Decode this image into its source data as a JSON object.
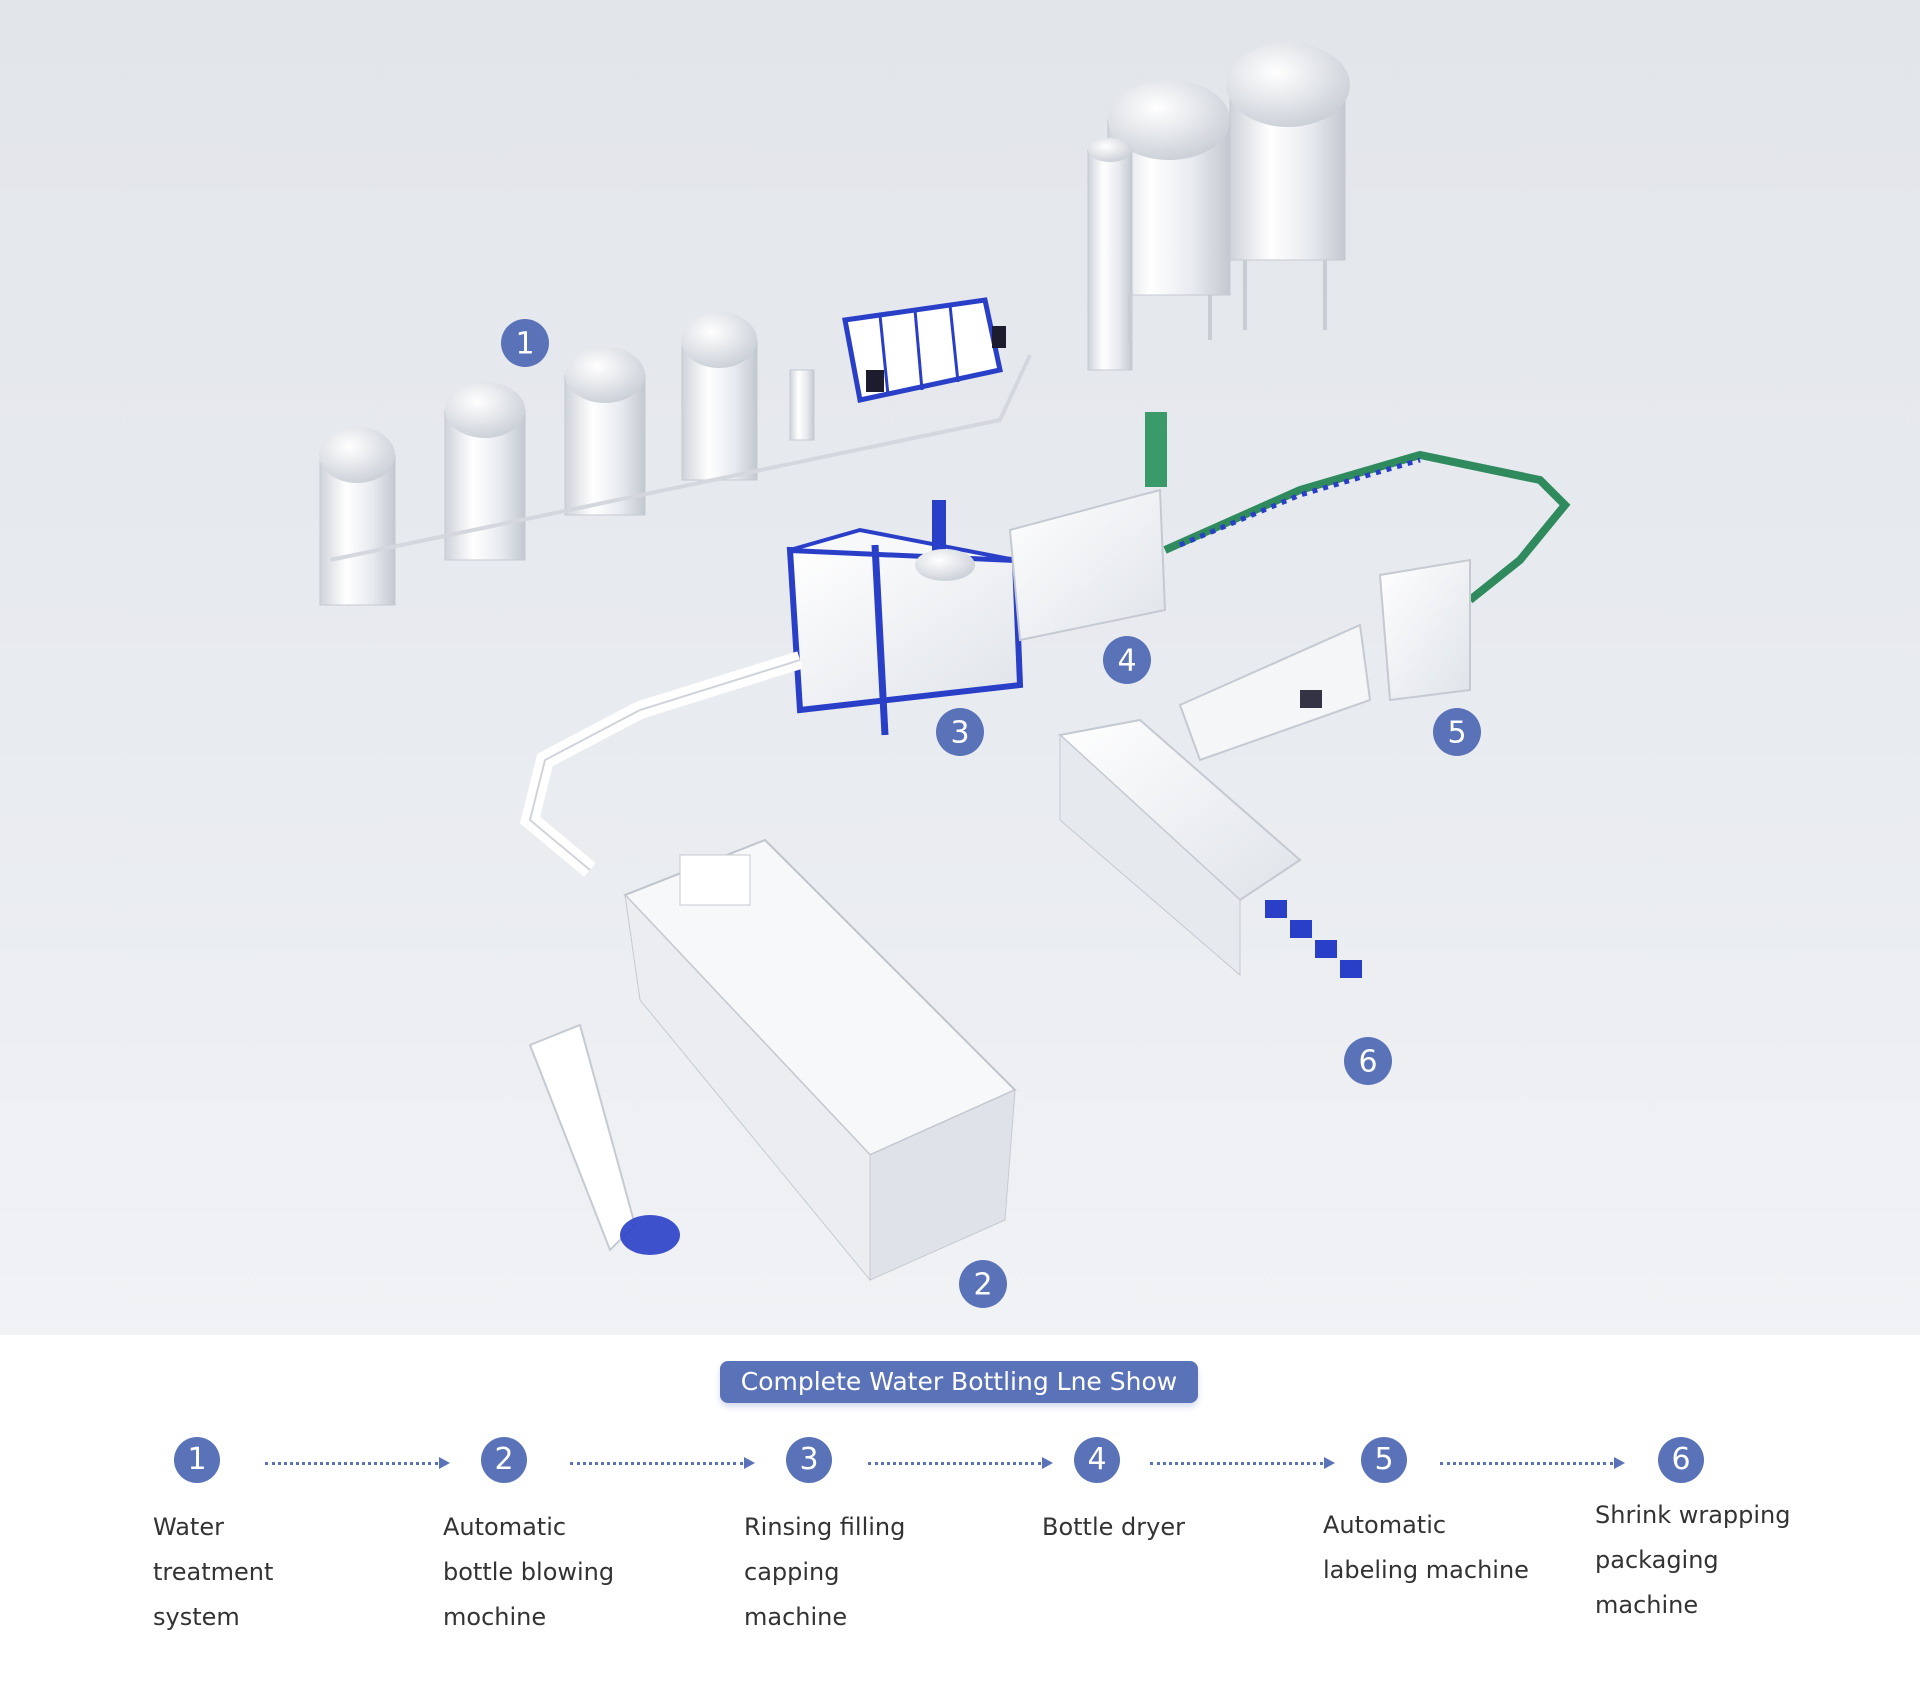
{
  "title": "Complete Water Bottling Lne Show",
  "scene_badges": [
    "1",
    "2",
    "3",
    "4",
    "5",
    "6"
  ],
  "steps": [
    {
      "number": "1",
      "label_lines": [
        "Water",
        "treatment",
        "system"
      ]
    },
    {
      "number": "2",
      "label_lines": [
        "Automatic",
        "bottle blowing",
        "mochine"
      ]
    },
    {
      "number": "3",
      "label_lines": [
        "Rinsing filling",
        "capping",
        "machine"
      ]
    },
    {
      "number": "4",
      "label_lines": [
        "Bottle dryer"
      ]
    },
    {
      "number": "5",
      "label_lines": [
        "Automatic",
        "labeling machine"
      ]
    },
    {
      "number": "6",
      "label_lines": [
        "Shrink wrapping",
        "packaging",
        "machine"
      ]
    }
  ],
  "colors": {
    "accent": "#5a72b8",
    "machine_blue": "#2a3fc8",
    "conveyor_green": "#2f8a5e",
    "background": "#e6e9ee"
  }
}
